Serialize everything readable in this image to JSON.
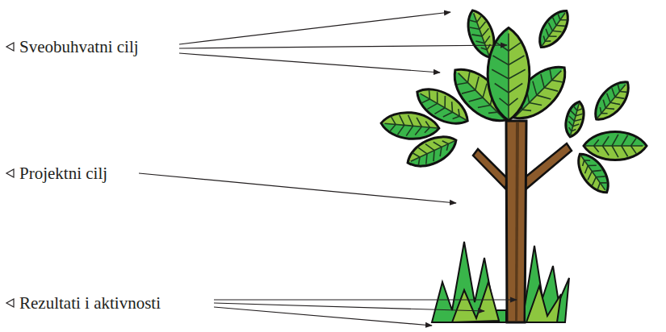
{
  "diagram": {
    "labels": [
      "Sveobuhvatni cilj",
      "Projektni cilj",
      "Rezultati i aktivnosti"
    ]
  }
}
